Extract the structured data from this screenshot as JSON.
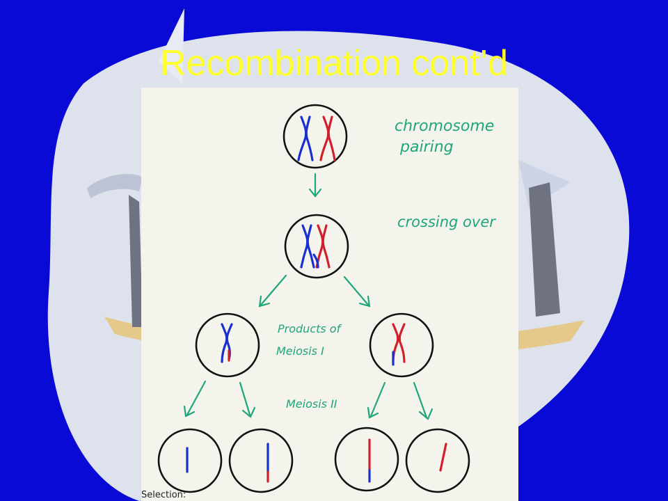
{
  "slide": {
    "title": "Recombination cont’d",
    "title_color": "#ffff2e",
    "background_color": "#0a0ad6"
  },
  "diagram": {
    "annotations": {
      "chromosome_pairing_line1": "chromosome",
      "chromosome_pairing_line2": "pairing",
      "crossing_over": "crossing over",
      "products_line1": "Products of",
      "products_line2": "Meiosis I",
      "meiosis_two": "Meiosis II",
      "footer": "Selection:"
    },
    "colors": {
      "annotation": "#1fa67a",
      "chromosome_maternal": "#1a2fd0",
      "chromosome_paternal": "#d0202a",
      "cell_outline": "#111111"
    }
  }
}
